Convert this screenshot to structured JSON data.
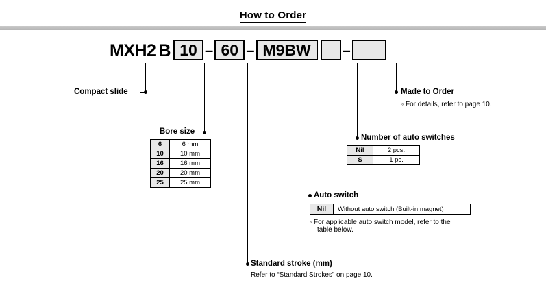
{
  "title": "How to Order",
  "model": {
    "prefix": "MXH2",
    "series": "B",
    "bore": "10",
    "stroke": "60",
    "switch": "M9BW",
    "qty": "",
    "made_to_order": "",
    "dash1": "–",
    "dash2": "–",
    "dash3": "–"
  },
  "callouts": {
    "compact_slide": "Compact slide",
    "bore_size": "Bore size",
    "standard_stroke": "Standard stroke (mm)",
    "standard_stroke_note": "Refer to “Standard Strokes” on page 10.",
    "auto_switch": "Auto switch",
    "auto_switch_note_1": "For applicable auto switch model, refer to the",
    "auto_switch_note_2": "table below.",
    "number_of_auto_switches": "Number of auto switches",
    "made_to_order": "Made to Order",
    "made_to_order_note": "For details, refer to page 10."
  },
  "bore_table": {
    "rows": [
      {
        "key": "6",
        "val": "6 mm"
      },
      {
        "key": "10",
        "val": "10 mm"
      },
      {
        "key": "16",
        "val": "16 mm"
      },
      {
        "key": "20",
        "val": "20 mm"
      },
      {
        "key": "25",
        "val": "25 mm"
      }
    ]
  },
  "auto_switch_table": {
    "rows": [
      {
        "key": "Nil",
        "val": "Without auto switch (Built-in magnet)"
      }
    ]
  },
  "switch_qty_table": {
    "rows": [
      {
        "key": "Nil",
        "val": "2 pcs."
      },
      {
        "key": "S",
        "val": "1 pc."
      }
    ]
  }
}
